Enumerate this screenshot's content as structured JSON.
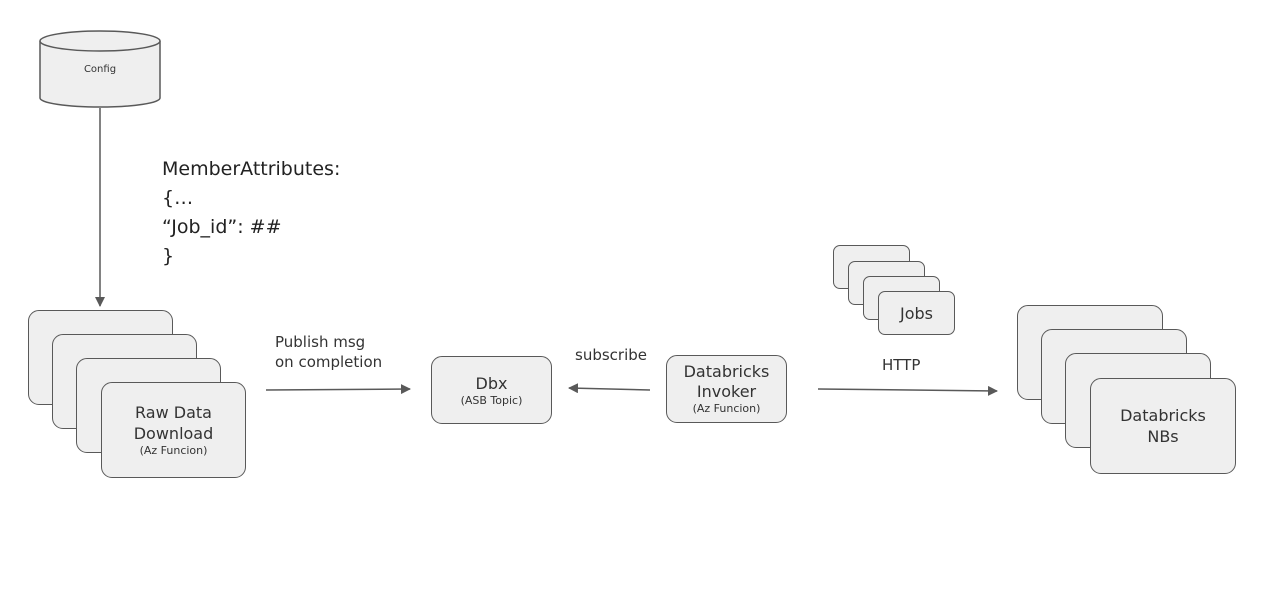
{
  "config": {
    "label": "Config"
  },
  "note": {
    "lines": [
      "MemberAttributes:",
      "{…",
      "“Job_id”: ##",
      "}"
    ]
  },
  "raw_download": {
    "title_line1": "Raw Data",
    "title_line2": "Download",
    "subtitle": "(Az Funcion)"
  },
  "publish_label": {
    "line1": "Publish msg",
    "line2": "on completion"
  },
  "dbx": {
    "title": "Dbx",
    "subtitle": "(ASB Topic)"
  },
  "subscribe_label": "subscribe",
  "invoker": {
    "title_line1": "Databricks",
    "title_line2": "Invoker",
    "subtitle": "(Az Funcion)"
  },
  "jobs": {
    "label": "Jobs"
  },
  "http_label": "HTTP",
  "notebooks": {
    "title_line1": "Databricks",
    "title_line2": "NBs"
  },
  "colors": {
    "stroke": "#595959",
    "fill": "#efefef",
    "background": "#ffffff"
  }
}
